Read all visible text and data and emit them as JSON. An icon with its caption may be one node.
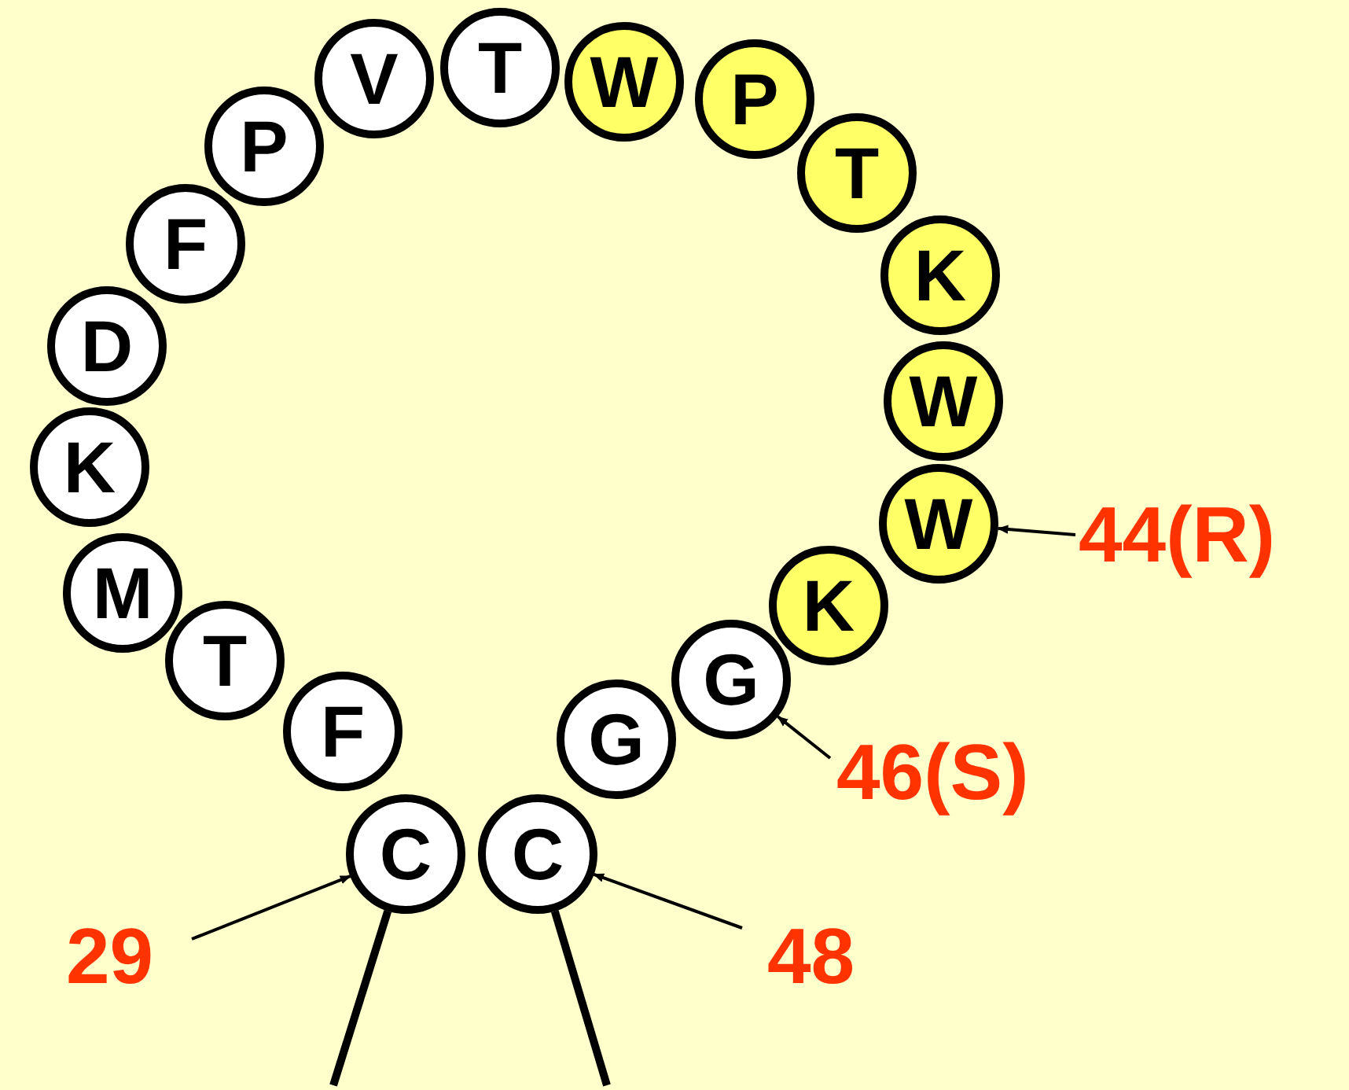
{
  "diagram": {
    "nodes": [
      {
        "text": [
          "C"
        ]
      },
      {
        "text": [
          "F"
        ]
      },
      {
        "text": [
          "T"
        ]
      },
      {
        "text": [
          "M"
        ]
      },
      {
        "text": [
          "K"
        ]
      },
      {
        "text": [
          "D"
        ]
      },
      {
        "text": [
          "F"
        ]
      },
      {
        "text": [
          "P"
        ]
      },
      {
        "text": [
          "V"
        ]
      },
      {
        "text": [
          "T"
        ]
      },
      {
        "text": [
          "W"
        ]
      },
      {
        "text": [
          "P"
        ]
      },
      {
        "text": [
          "T"
        ]
      },
      {
        "text": [
          "K"
        ]
      },
      {
        "text": [
          "W"
        ]
      },
      {
        "text": [
          "W"
        ]
      },
      {
        "text": [
          "K"
        ]
      },
      {
        "text": [
          "G"
        ]
      },
      {
        "text": [
          "G"
        ]
      },
      {
        "text": [
          "C"
        ]
      },
      {
        "text": [
          "44(R)"
        ]
      },
      {
        "text": [
          "46(S)"
        ]
      },
      {
        "text": [
          "29"
        ]
      },
      {
        "text": [
          "48"
        ]
      }
    ],
    "edges": [
      {
        "from": 20,
        "to": 15,
        "arrow": "to"
      },
      {
        "from": 21,
        "to": 17,
        "arrow": "to"
      },
      {
        "from": 22,
        "to": 0,
        "arrow": "to"
      },
      {
        "from": 23,
        "to": 19,
        "arrow": "to"
      },
      {
        "from": 0,
        "to": null,
        "arrow": "none",
        "style": "thick"
      },
      {
        "from": 19,
        "to": null,
        "arrow": "none",
        "style": "thick"
      }
    ]
  }
}
